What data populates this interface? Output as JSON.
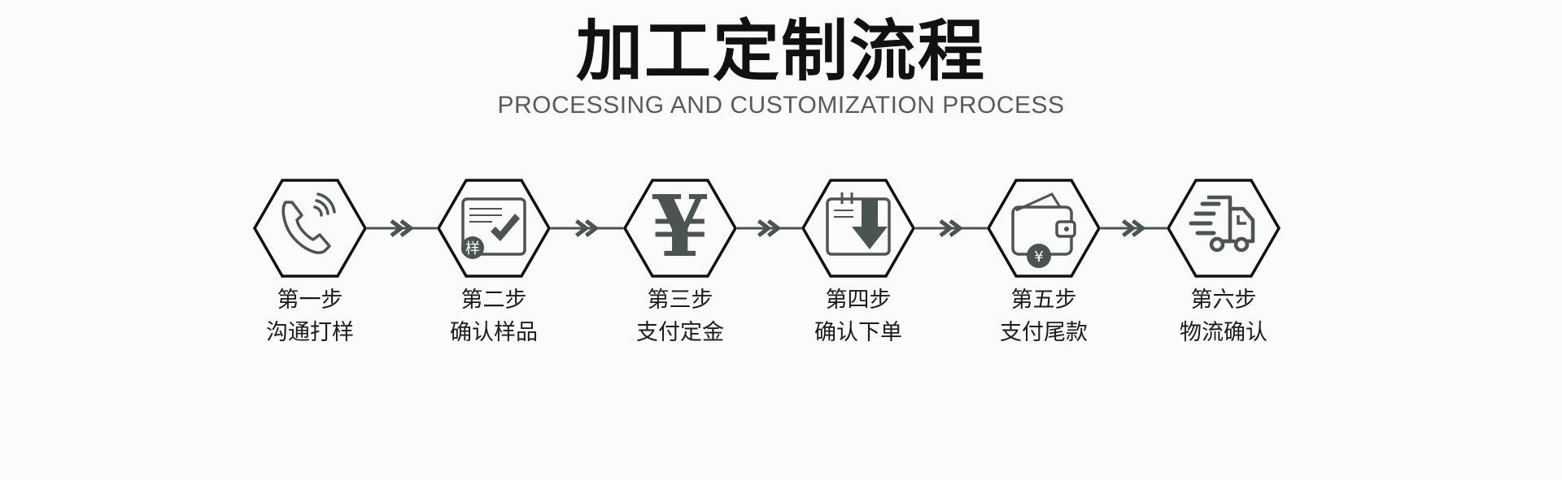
{
  "header": {
    "title": "加工定制流程",
    "subtitle": "PROCESSING AND CUSTOMIZATION PROCESS"
  },
  "colors": {
    "hex_stroke": "#111111",
    "icon": "#4a5550",
    "arrow": "#4a5550",
    "icon_fill_light": "#ffffff"
  },
  "steps": [
    {
      "step": "第一步",
      "label": "沟通打样",
      "icon": "phone-icon"
    },
    {
      "step": "第二步",
      "label": "确认样品",
      "icon": "sample-check-icon",
      "badge": "样"
    },
    {
      "step": "第三步",
      "label": "支付定金",
      "icon": "yen-icon",
      "glyph": "¥"
    },
    {
      "step": "第四步",
      "label": "确认下单",
      "icon": "order-download-icon"
    },
    {
      "step": "第五步",
      "label": "支付尾款",
      "icon": "wallet-icon",
      "badge": "¥"
    },
    {
      "step": "第六步",
      "label": "物流确认",
      "icon": "delivery-truck-icon"
    }
  ]
}
